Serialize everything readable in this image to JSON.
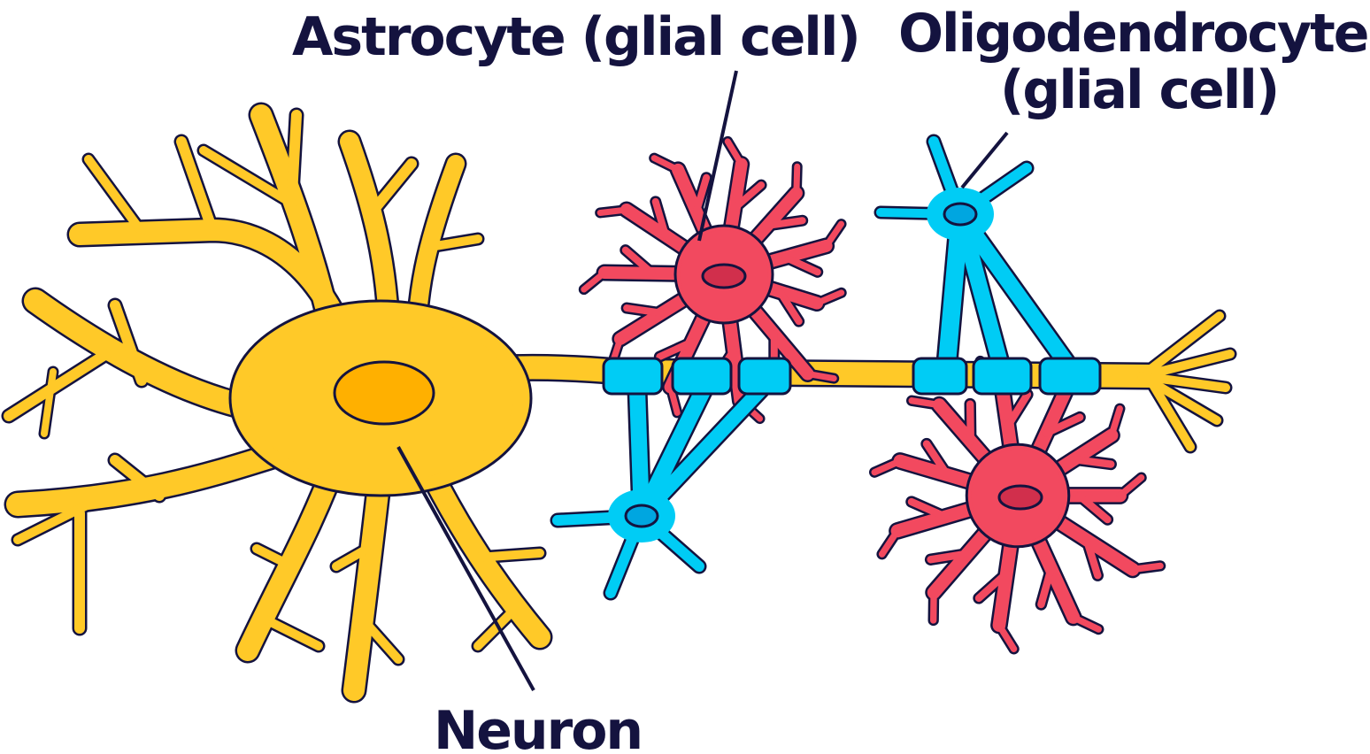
{
  "labels": {
    "astrocyte": "Astrocyte (glial cell)",
    "oligodendrocyte_line1": "Oligodendrocyte",
    "oligodendrocyte_line2": "(glial cell)",
    "neuron": "Neuron"
  },
  "colors": {
    "outline": "#14133f",
    "neuron": "#FFC928",
    "neuron_nucleus": "#FFB000",
    "astrocyte": "#F2495F",
    "astrocyte_nucleus": "#D12F4C",
    "oligodendrocyte": "#00CCF5",
    "oligodendrocyte_nucleus": "#00A6E0"
  }
}
